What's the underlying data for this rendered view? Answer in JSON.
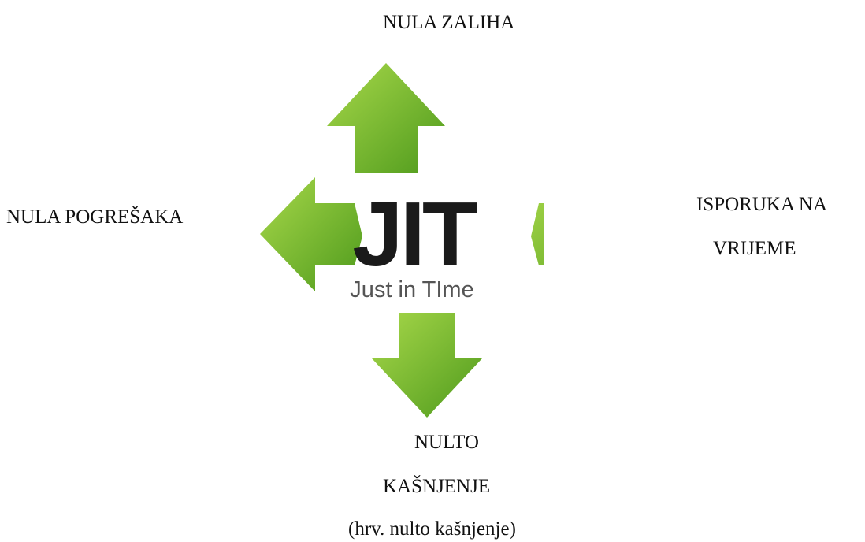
{
  "labels": {
    "top": "NULA ZALIHA",
    "left": "NULA POGREŠAKA",
    "right_line1": "ISPORUKA NA",
    "right_line2": "VRIJEME",
    "bottom_line1": "NULTO",
    "bottom_line2": "KAŠNJENJE",
    "bottom_line3": "(hrv. nulto kašnjenje)"
  },
  "logo": {
    "acronym": "JIT",
    "tagline": "Just in TIme"
  },
  "colors": {
    "arrow_light": "#a8d84a",
    "arrow_dark": "#4e9a1c",
    "logo_text": "#1a1a1a",
    "tagline_text": "#555555"
  }
}
